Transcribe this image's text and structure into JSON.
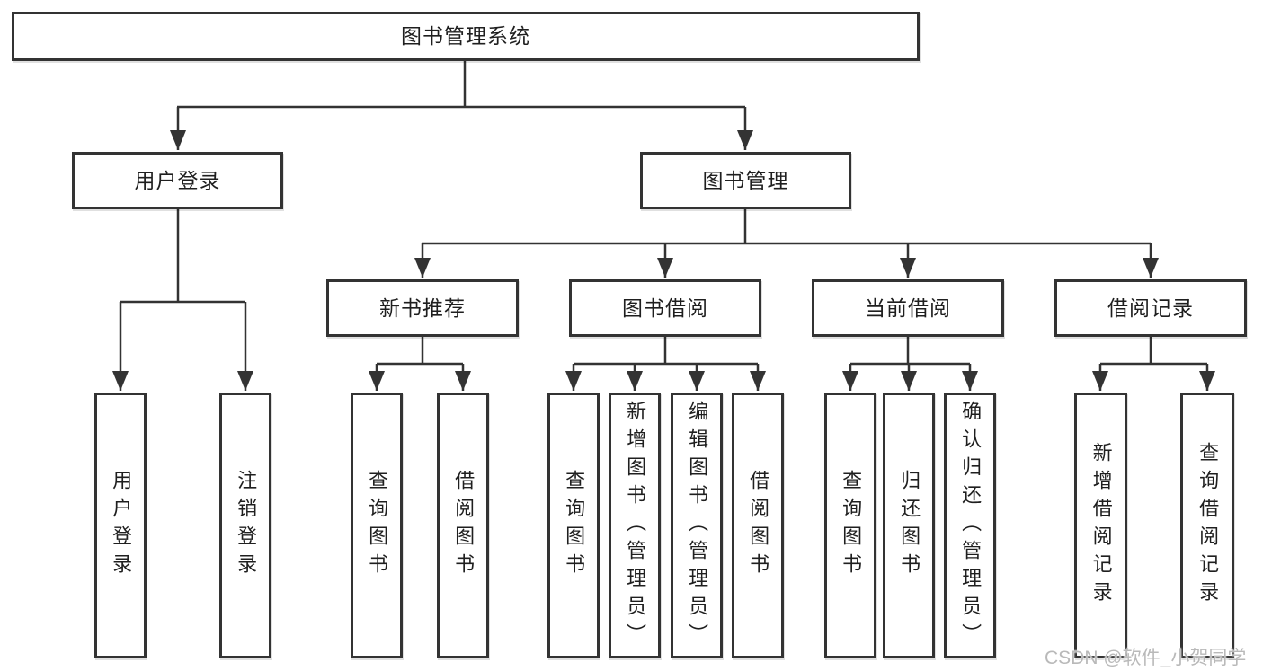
{
  "watermark": "CSDN @软件_小贺同学",
  "colors": {
    "line": "#333333",
    "box_border": "#333333",
    "text": "#1f1f1f",
    "background": "#ffffff",
    "watermark": "#b9b9b9"
  },
  "nodes": {
    "root": {
      "label": "图书管理系统"
    },
    "level2": {
      "user_login": {
        "label": "用户登录"
      },
      "book_management": {
        "label": "图书管理"
      }
    },
    "level3": {
      "new_book_recommend": {
        "label": "新书推荐"
      },
      "book_borrow": {
        "label": "图书借阅"
      },
      "current_borrow": {
        "label": "当前借阅"
      },
      "borrow_record": {
        "label": "借阅记录"
      }
    },
    "leaves": {
      "user_login_leaf": {
        "label": "用户登录"
      },
      "logout": {
        "label": "注销登录"
      },
      "recommend_query_book": {
        "label": "查询图书"
      },
      "recommend_borrow_book": {
        "label": "借阅图书"
      },
      "borrow_query_book": {
        "label": "查询图书"
      },
      "borrow_add_book_admin": {
        "label": "新增图书（管理员）"
      },
      "borrow_edit_book_admin": {
        "label": "编辑图书（管理员）"
      },
      "borrow_borrow_book": {
        "label": "借阅图书"
      },
      "current_query_book": {
        "label": "查询图书"
      },
      "current_return_book": {
        "label": "归还图书"
      },
      "current_confirm_return_admin": {
        "label": "确认归还（管理员）"
      },
      "record_add_record": {
        "label": "新增借阅记录"
      },
      "record_query_record": {
        "label": "查询借阅记录"
      }
    }
  }
}
